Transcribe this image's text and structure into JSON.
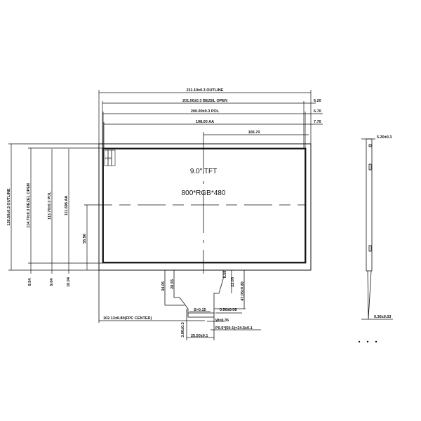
{
  "panel": {
    "size_label": "9.0\" TFT",
    "resolution_label": "800*RGB*480",
    "rgb_label": "RGB"
  },
  "top_dimensions": {
    "outline": "211.10±0.3 OUTLINE",
    "bezel": "201.00±0.3 BEZEL OPEN",
    "pol": "200.00±0.3 POL",
    "aa": "198.00 AA",
    "center": "106.70",
    "bezel_offset": "6.20",
    "pol_offset": "6.70",
    "aa_offset": "7.70"
  },
  "left_dimensions": {
    "outline": "126.50±0.3 OUTLINE",
    "bezel": "114.70±0.3 BEZEL OPEN",
    "pol": "113.70±0.3 POL",
    "aa": "111.696 AA",
    "center": "55.96",
    "bezel_offset": "8.54",
    "pol_offset": "9.04",
    "aa_offset": "10.04"
  },
  "fpc_dimensions": {
    "d1": "34.05",
    "d2": "28.55",
    "d3": "8.58",
    "d4": "22.05",
    "d5": "47.05±0.80",
    "s": "S=0.15",
    "pin": "0.50±0.08",
    "w": "W=0.35",
    "pitch": "P0.5*(50-1)=24.5±0.1",
    "center": "102.13±0.80(FPC CENTER)",
    "height": "3.80±0.3",
    "width": "25.50±0.1"
  },
  "side_view": {
    "thickness": "5.20±0.3",
    "fpc_thickness": "0.30±0.03"
  }
}
